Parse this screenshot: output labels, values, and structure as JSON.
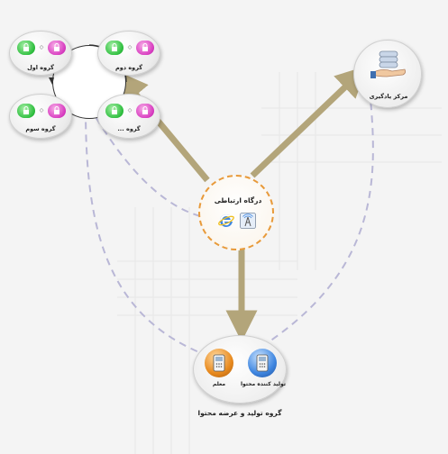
{
  "gateway": {
    "title": "درگاه ارتباطی",
    "icons": [
      "internet-explorer-icon",
      "wireless-tower-icon"
    ]
  },
  "groups": [
    {
      "label": "گروه اول"
    },
    {
      "label": "گروه دوم"
    },
    {
      "label": "گروه سوم"
    },
    {
      "label": "گروه ..."
    }
  ],
  "learning_center": {
    "label": "مرکز یادگیری",
    "icon": "database-hand-icon"
  },
  "production_group": {
    "title": "گروه تولید و عرضه محتوا",
    "items": [
      {
        "label": "معلم",
        "icon": "mobile-phone-icon",
        "color": "#e88a1e"
      },
      {
        "label": "تولید کننده محتوا",
        "icon": "mobile-phone-icon",
        "color": "#3f86e0"
      }
    ]
  },
  "colors": {
    "arrow": "#b3a57a",
    "dashed_link": "#b9b7d6",
    "gateway_border": "#e89a3a"
  }
}
